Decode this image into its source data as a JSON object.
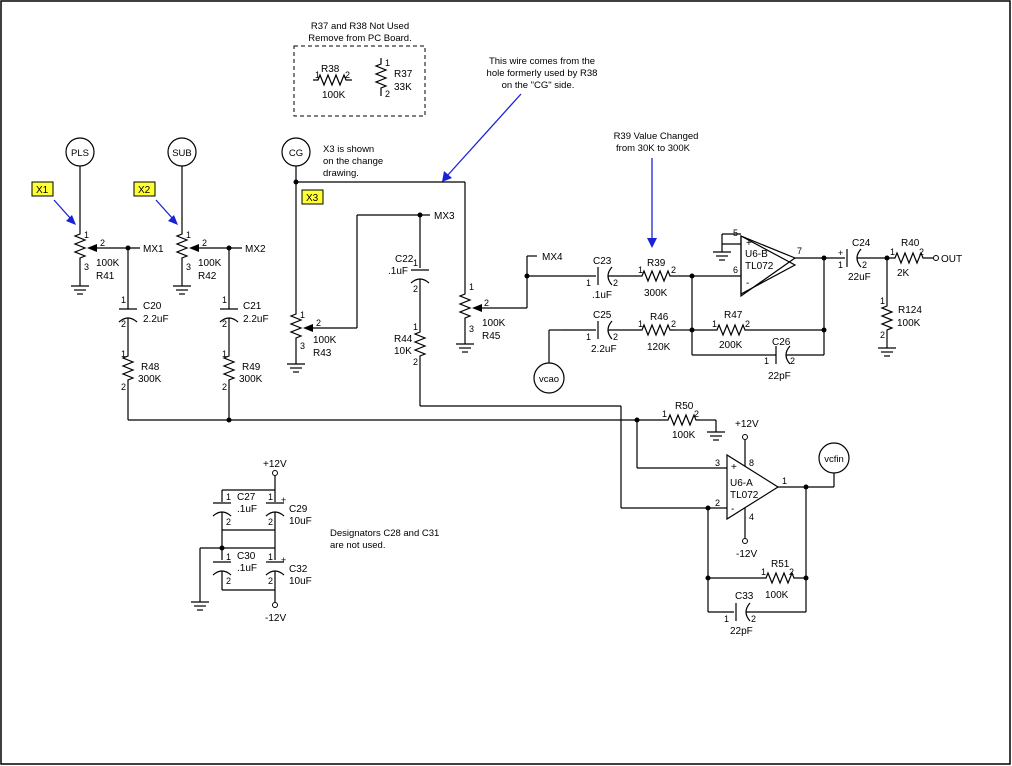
{
  "colors": {
    "wire": "#000000",
    "annotation_arrow": "#1a22d8",
    "marker_fill": "#ffff33",
    "border": "#000000"
  },
  "notes": {
    "r37_r38_line1": "R37 and R38 Not Used",
    "r37_r38_line2": "Remove from PC Board.",
    "wire_line1": "This wire comes from the",
    "wire_line2": "hole formerly used by R38",
    "wire_line3": "on the \"CG\" side.",
    "x3_line1": "X3 is shown",
    "x3_line2": "on the change",
    "x3_line3": "drawing.",
    "r39_line1": "R39 Value Changed",
    "r39_line2": "from 30K to 300K",
    "designators_line1": "Designators C28 and C31",
    "designators_line2": "are not used."
  },
  "markers": [
    "X1",
    "X2",
    "X3"
  ],
  "inputs": {
    "pls": "PLS",
    "sub": "SUB",
    "cg": "CG",
    "vcao": "vcao",
    "vcfin": "vcfin"
  },
  "nets": {
    "mx1": "MX1",
    "mx2": "MX2",
    "mx3": "MX3",
    "mx4": "MX4",
    "out": "OUT"
  },
  "supply": {
    "pos": "+12V",
    "neg": "-12V"
  },
  "components": {
    "R37": {
      "ref": "R37",
      "value": "33K"
    },
    "R38": {
      "ref": "R38",
      "value": "100K"
    },
    "R41": {
      "ref": "R41",
      "value": "100K"
    },
    "R42": {
      "ref": "R42",
      "value": "100K"
    },
    "R43": {
      "ref": "R43",
      "value": "100K"
    },
    "R44": {
      "ref": "R44",
      "value": "10K"
    },
    "R45": {
      "ref": "R45",
      "value": "100K"
    },
    "R48": {
      "ref": "R48",
      "value": "300K"
    },
    "R49": {
      "ref": "R49",
      "value": "300K"
    },
    "R39": {
      "ref": "R39",
      "value": "300K"
    },
    "R46": {
      "ref": "R46",
      "value": "120K"
    },
    "R47": {
      "ref": "R47",
      "value": "200K"
    },
    "R40": {
      "ref": "R40",
      "value": "2K"
    },
    "R124": {
      "ref": "R124",
      "value": "100K"
    },
    "R50": {
      "ref": "R50",
      "value": "100K"
    },
    "R51": {
      "ref": "R51",
      "value": "100K"
    },
    "C20": {
      "ref": "C20",
      "value": "2.2uF"
    },
    "C21": {
      "ref": "C21",
      "value": "2.2uF"
    },
    "C22": {
      "ref": "C22",
      "value": ".1uF"
    },
    "C23": {
      "ref": "C23",
      "value": ".1uF"
    },
    "C24": {
      "ref": "C24",
      "value": "22uF"
    },
    "C25": {
      "ref": "C25",
      "value": "2.2uF"
    },
    "C26": {
      "ref": "C26",
      "value": "22pF"
    },
    "C27": {
      "ref": "C27",
      "value": ".1uF"
    },
    "C29": {
      "ref": "C29",
      "value": "10uF"
    },
    "C30": {
      "ref": "C30",
      "value": ".1uF"
    },
    "C32": {
      "ref": "C32",
      "value": "10uF"
    },
    "C33": {
      "ref": "C33",
      "value": "22pF"
    },
    "U6B": {
      "ref": "U6-B",
      "value": "TL072"
    },
    "U6A": {
      "ref": "U6-A",
      "value": "TL072"
    }
  },
  "pins": {
    "p1": "1",
    "p2": "2",
    "p3": "3",
    "p4": "4",
    "p5": "5",
    "p6": "6",
    "p7": "7",
    "p8": "8",
    "plus": "+",
    "minus": "-"
  }
}
